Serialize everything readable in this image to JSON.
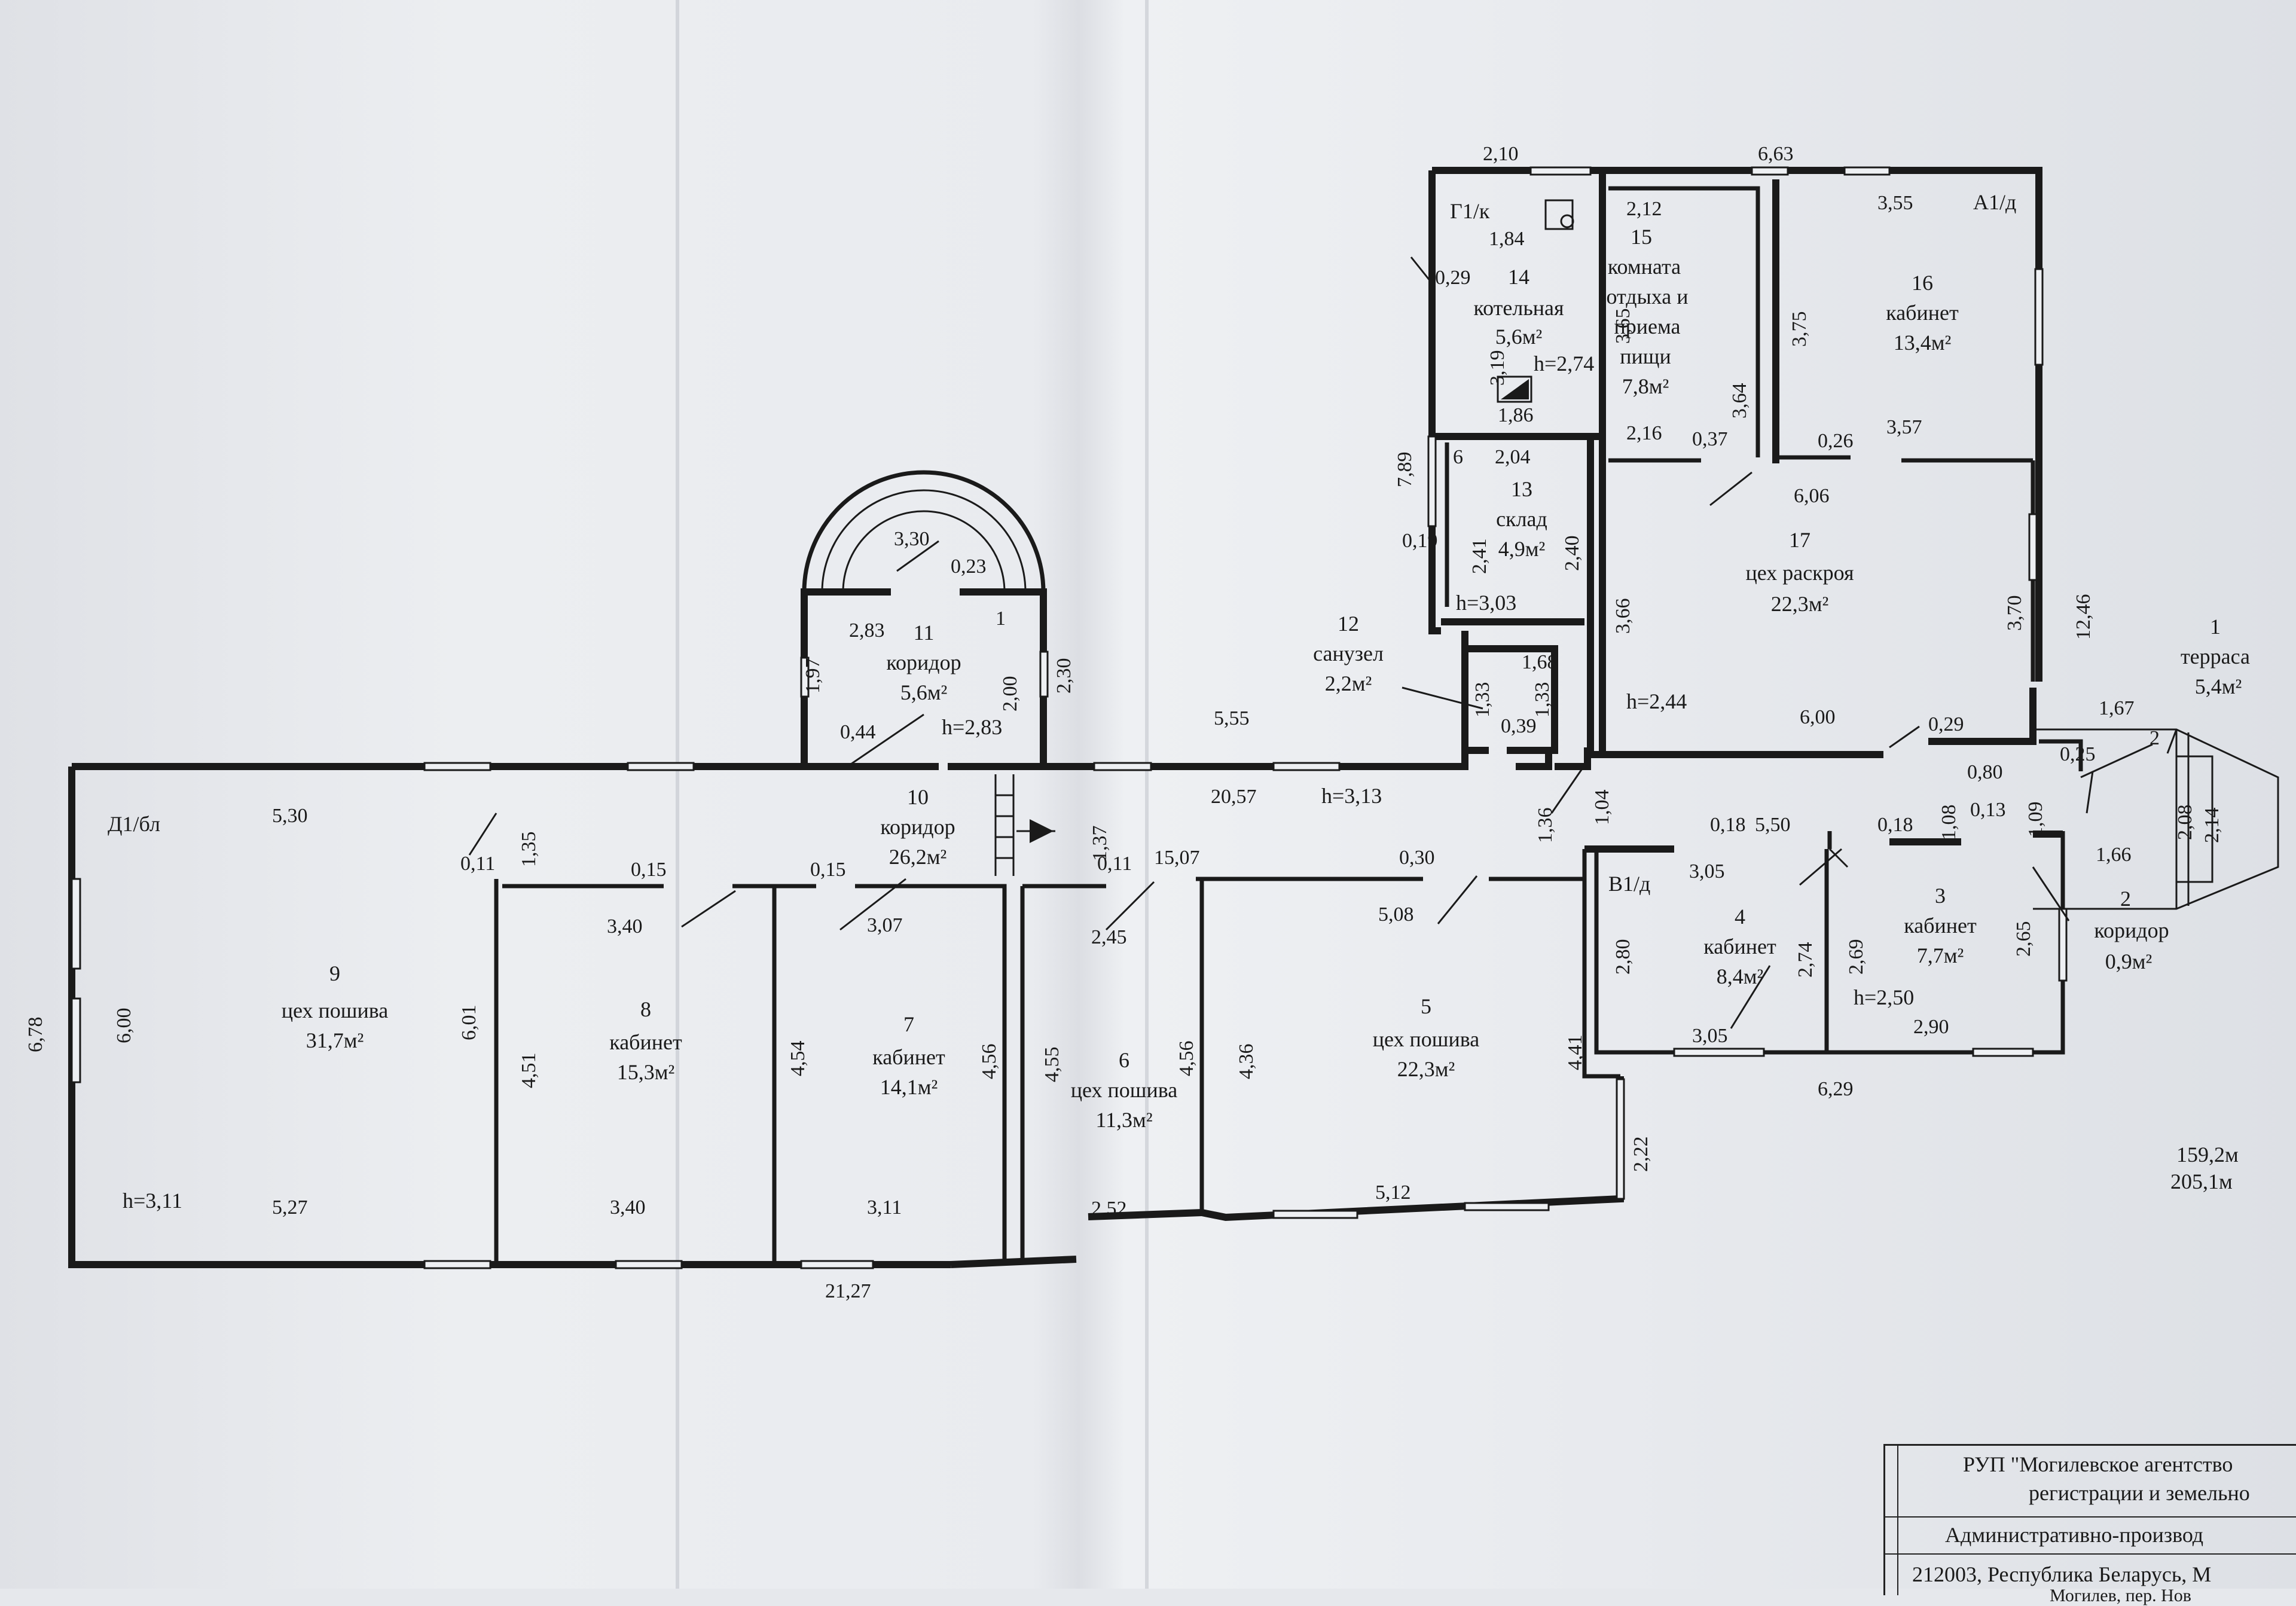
{
  "rooms": {
    "r1": {
      "num": "1",
      "name": "терраса",
      "area": "5,4м²"
    },
    "r2": {
      "num": "2",
      "name": "коридор",
      "area": "0,9м²"
    },
    "r3": {
      "num": "3",
      "name": "кабинет",
      "area": "7,7м²"
    },
    "r4": {
      "num": "4",
      "name": "кабинет",
      "area": "8,4м²"
    },
    "r5": {
      "num": "5",
      "name": "цех пошива",
      "area": "22,3м²"
    },
    "r6": {
      "num": "6",
      "name": "цех пошива",
      "area": "11,3м²"
    },
    "r7": {
      "num": "7",
      "name": "кабинет",
      "area": "14,1м²"
    },
    "r8": {
      "num": "8",
      "name": "кабинет",
      "area": "15,3м²"
    },
    "r9": {
      "num": "9",
      "name": "цех пошива",
      "area": "31,7м²"
    },
    "r10": {
      "num": "10",
      "name": "коридор",
      "area": "26,2м²"
    },
    "r11": {
      "num": "11",
      "name": "коридор",
      "area": "5,6м²"
    },
    "r12": {
      "num": "12",
      "name": "санузел",
      "area": "2,2м²"
    },
    "r13": {
      "num": "13",
      "name": "склад",
      "area": "4,9м²"
    },
    "r14": {
      "num": "14",
      "name": "котельная",
      "area": "5,6м²"
    },
    "r15": {
      "num": "15",
      "name1": "комната",
      "name2": "отдыха и",
      "name3": "приема",
      "name4": "пищи",
      "area": "7,8м²"
    },
    "r16": {
      "num": "16",
      "name": "кабинет",
      "area": "13,4м²"
    },
    "r17": {
      "num": "17",
      "name": "цех раскроя",
      "area": "22,3м²"
    }
  },
  "blocks": {
    "a": "А1/д",
    "b": "В1/д",
    "g": "Г1/к",
    "d": "Д1/бл"
  },
  "heights": {
    "h1": "h=3,11",
    "h2": "h=2,83",
    "h3": "h=3,13",
    "h4": "h=2,44",
    "h5": "h=3,03",
    "h6": "h=2,74",
    "h7": "h=2,50"
  },
  "dims": {
    "d2_10": "2,10",
    "d6_63": "6,63",
    "d2_12": "2,12",
    "d3_55": "3,55",
    "d1_84": "1,84",
    "d0_29a": "0,29",
    "d3_19": "3,19",
    "d1_86": "1,86",
    "d3_65": "3,65",
    "d3_64": "3,64",
    "d3_75": "3,75",
    "d2_16": "2,16",
    "d0_37": "0,37",
    "d0_26": "0,26",
    "d3_57": "3,57",
    "d7_89": "7,89",
    "d6": "6",
    "d2_04": "2,04",
    "d6_06": "6,06",
    "d0_19": "0,19",
    "d2_41": "2,41",
    "d2_40": "2,40",
    "d3_66": "3,66",
    "d3_70": "3,70",
    "d12_46": "12,46",
    "d1_68": "1,68",
    "d1_33a": "1,33",
    "d1_33b": "1,33",
    "d0_39": "0,39",
    "d6_00": "6,00",
    "d0_29b": "0,29",
    "d1_67": "1,67",
    "d2a": "2",
    "d2_08": "2,08",
    "d2_14": "2,14",
    "d0_80": "0,80",
    "d0_25": "0,25",
    "d1_08": "1,08",
    "d0_13": "0,13",
    "d1_09": "1,09",
    "d1_66": "1,66",
    "d3_30": "3,30",
    "d0_23": "0,23",
    "d1": "1",
    "d2_83": "2,83",
    "d1_97": "1,97",
    "d2_00": "2,00",
    "d2_30": "2,30",
    "d0_44": "0,44",
    "d5_55": "5,55",
    "d20_57": "20,57",
    "d1_36": "1,36",
    "d1_04": "1,04",
    "d0_18a": "0,18",
    "d5_50": "5,50",
    "d0_18b": "0,18",
    "d3_05a": "3,05",
    "d2_80": "2,80",
    "d2_74": "2,74",
    "d2_69": "2,69",
    "d2_65": "2,65",
    "d3_05b": "3,05",
    "d2_90": "2,90",
    "d6_29": "6,29",
    "d5_30": "5,30",
    "d0_11a": "0,11",
    "d1_35": "1,35",
    "d0_15a": "0,15",
    "d0_15b": "0,15",
    "d1_37": "1,37",
    "d0_11b": "0,11",
    "d15_07": "15,07",
    "d0_30": "0,30",
    "d3_40a": "3,40",
    "d3_07": "3,07",
    "d2_45": "2,45",
    "d5_08": "5,08",
    "d6_78": "6,78",
    "d6_00b": "6,00",
    "d6_01": "6,01",
    "d4_51": "4,51",
    "d4_54": "4,54",
    "d4_56a": "4,56",
    "d4_55": "4,55",
    "d4_56b": "4,56",
    "d4_36": "4,36",
    "d4_41": "4,41",
    "d2_22": "2,22",
    "d5_27": "5,27",
    "d3_40b": "3,40",
    "d3_11": "3,11",
    "d2_52": "2,52",
    "d5_12": "5,12",
    "d21_27": "21,27"
  },
  "totals": {
    "t1": "159,2м",
    "t2": "205,1м"
  },
  "stamp": {
    "line1": "РУП \"Могилевское агентство",
    "line2": "регистрации и земельно",
    "line3": "Административно-производ",
    "line4": "212003, Республика Беларусь, М",
    "line5": "Могилев, пер. Нов"
  }
}
